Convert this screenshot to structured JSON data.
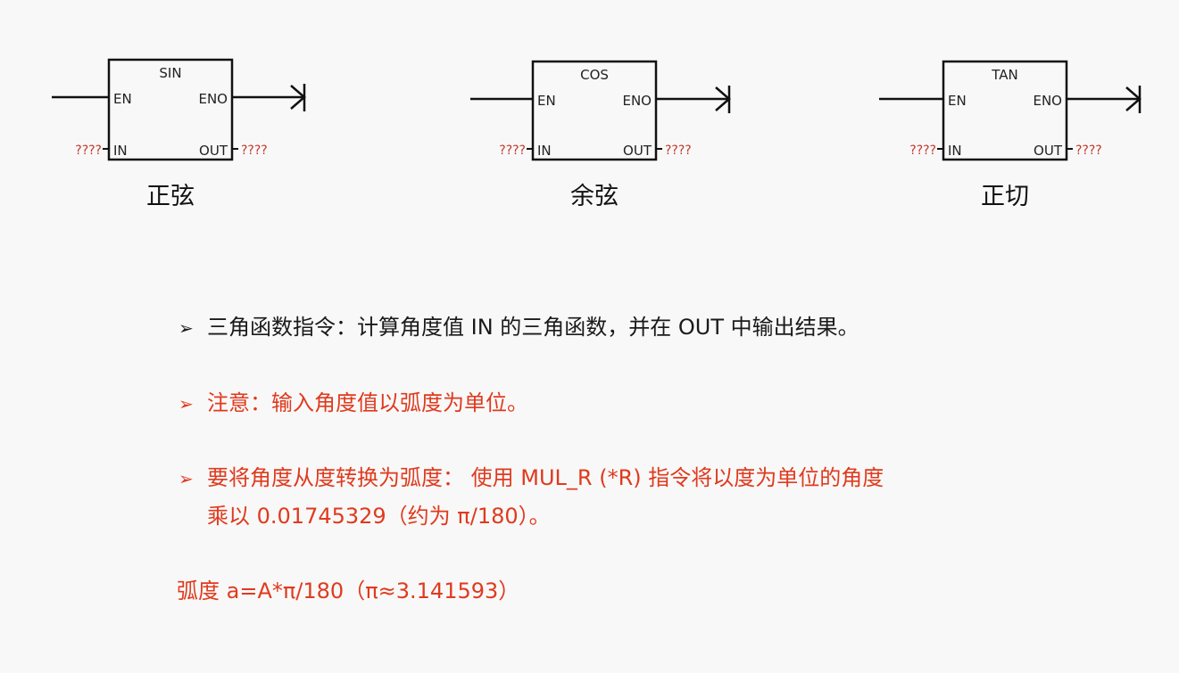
{
  "blocks": [
    {
      "id": "sin",
      "function": "SIN",
      "en": "EN",
      "eno": "ENO",
      "in": "IN",
      "out": "OUT",
      "in_value": "????",
      "out_value": "????",
      "caption": "正弦"
    },
    {
      "id": "cos",
      "function": "COS",
      "en": "EN",
      "eno": "ENO",
      "in": "IN",
      "out": "OUT",
      "in_value": "????",
      "out_value": "????",
      "caption": "余弦"
    },
    {
      "id": "tan",
      "function": "TAN",
      "en": "EN",
      "eno": "ENO",
      "in": "IN",
      "out": "OUT",
      "in_value": "????",
      "out_value": "????",
      "caption": "正切"
    }
  ],
  "notes": {
    "bullet_symbol": "➢",
    "item1": "三角函数指令：计算角度值 IN 的三角函数，并在 OUT 中输出结果。",
    "item2": "注意：输入角度值以弧度为单位。",
    "item3_line1": "要将角度从度转换为弧度： 使用 MUL_R (*R) 指令将以度为单位的角度",
    "item3_line2": "乘以 0.01745329（约为 π/180）。",
    "formula": "弧度 a=A*π/180（π≈3.141593）"
  },
  "colors": {
    "text": "#1a1a1a",
    "accent_red": "#e03a1e",
    "unknown_value": "#c0392b",
    "background": "#f8f8f8"
  }
}
